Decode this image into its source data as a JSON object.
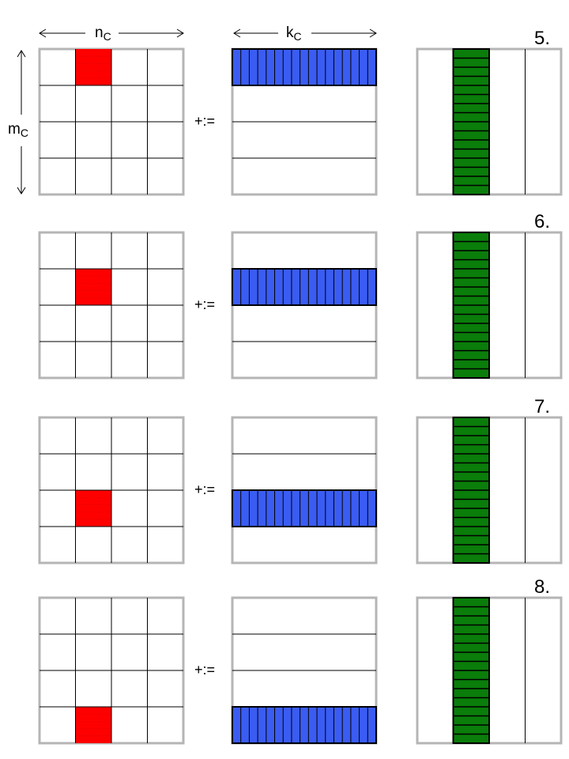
{
  "labels": {
    "n": "n",
    "n_sub": "C",
    "k": "k",
    "k_sub": "C",
    "m": "m",
    "m_sub": "C",
    "op": "+:="
  },
  "steps": [
    {
      "number": "5.",
      "red_row": 0,
      "blue_row": 0
    },
    {
      "number": "6.",
      "red_row": 1,
      "blue_row": 1
    },
    {
      "number": "7.",
      "red_row": 2,
      "blue_row": 2
    },
    {
      "number": "8.",
      "red_row": 3,
      "blue_row": 3
    }
  ],
  "grid": {
    "rows": 4,
    "cols": 4,
    "red_col": 1,
    "green_col": 1,
    "blue_stripes": 17,
    "green_stripes": 16
  },
  "colors": {
    "red": "#ff0000",
    "blue": "#3a5cf2",
    "green": "#0a7d0a",
    "border": "#b5b5b5",
    "line": "#000000"
  }
}
